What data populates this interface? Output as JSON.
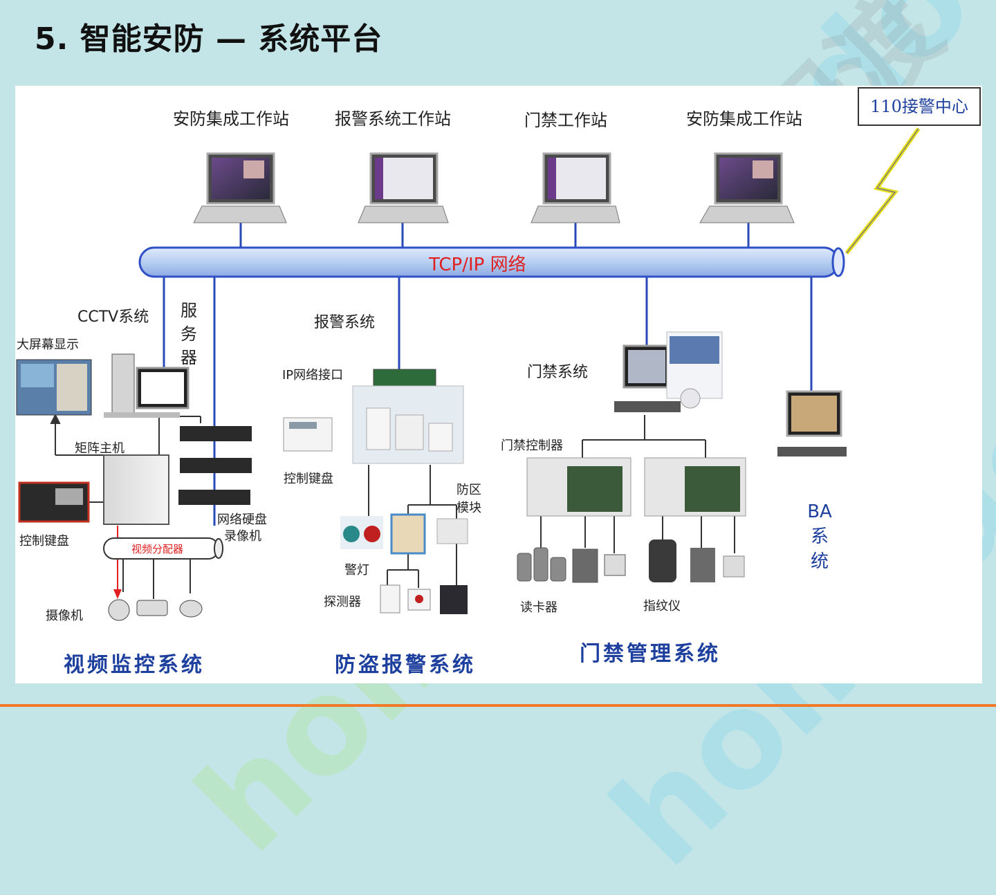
{
  "slide": {
    "title": "5. 智能安防 — 系统平台"
  },
  "watermarks": [
    "homedo.com",
    "河姆渡",
    "homedo.com",
    "homedo.com"
  ],
  "network": {
    "label": "TCP/IP 网络"
  },
  "workstations": [
    "安防集成工作站",
    "报警系统工作站",
    "门禁工作站",
    "安防集成工作站"
  ],
  "alarm_center": "110接警中心",
  "cctv": {
    "title": "CCTV系统",
    "server_chars": [
      "服",
      "务",
      "器"
    ],
    "big_screen": "大屏幕显示",
    "matrix": "矩阵主机",
    "keyboard": "控制键盘",
    "dvr_line1": "网络硬盘",
    "dvr_line2": "录像机",
    "splitter": "视频分配器",
    "camera": "摄像机",
    "system_name": "视频监控系统"
  },
  "alarm": {
    "title": "报警系统",
    "ip_interface": "IP网络接口",
    "keyboard": "控制键盘",
    "zone_line1": "防区",
    "zone_line2": "模块",
    "warning_light": "警灯",
    "detector": "探测器",
    "system_name": "防盗报警系统"
  },
  "access": {
    "title": "门禁系统",
    "controller": "门禁控制器",
    "card_reader": "读卡器",
    "fingerprint": "指纹仪",
    "system_name": "门禁管理系统"
  },
  "ba": {
    "chars": [
      "BA",
      "系",
      "统"
    ]
  },
  "colors": {
    "background": "#c4e5e8",
    "pipe": "#b8cff2",
    "pipe_stroke": "#3050c8",
    "system_name": "#1d3f9e",
    "network_label": "#e02020",
    "bottom_rule": "#f07a28",
    "lightning": "#f4f030"
  }
}
